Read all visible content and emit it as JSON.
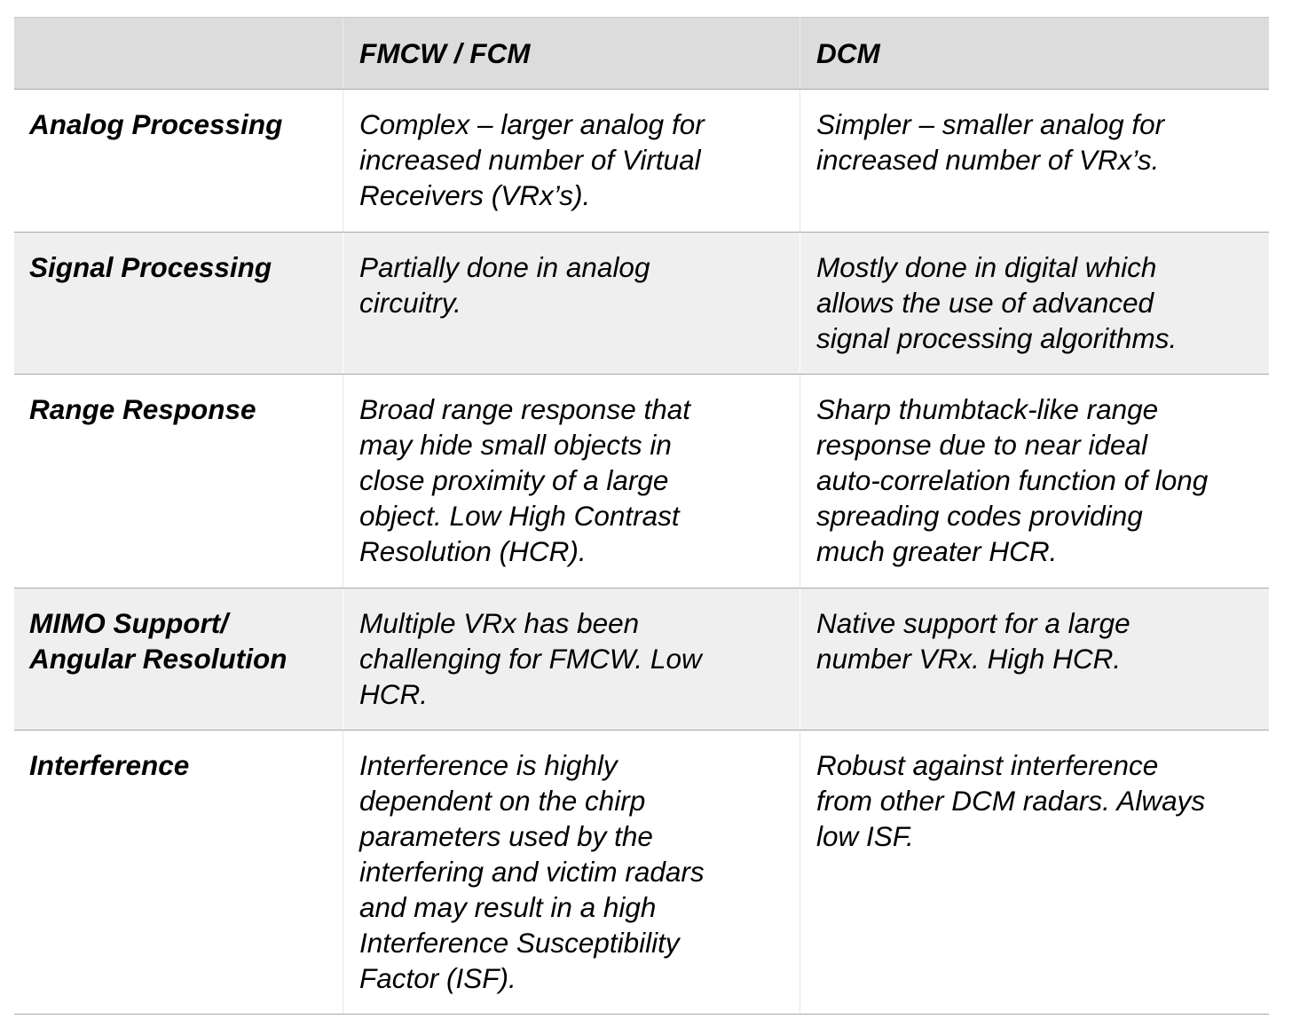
{
  "header": {
    "col1": "",
    "col2": "FMCW / FCM",
    "col3": "DCM"
  },
  "rows": [
    {
      "label_lines": [
        "Analog Processing"
      ],
      "fmcw_lines": [
        "Complex – larger analog for",
        "increased number of Virtual",
        "Receivers (VRx’s)."
      ],
      "dcm_lines": [
        "Simpler – smaller analog for",
        "increased number of VRx’s."
      ]
    },
    {
      "label_lines": [
        "Signal Processing"
      ],
      "fmcw_lines": [
        "Partially done in analog",
        "circuitry."
      ],
      "dcm_lines": [
        "Mostly done in digital which",
        "allows the use of advanced",
        "signal processing algorithms."
      ]
    },
    {
      "label_lines": [
        "Range Response"
      ],
      "fmcw_lines": [
        "Broad range response that",
        "may hide small objects in",
        "close proximity of a large",
        "object. Low High Contrast",
        "Resolution (HCR)."
      ],
      "dcm_lines": [
        "Sharp thumbtack-like range",
        "response due to near ideal",
        "auto-correlation function of long",
        "spreading codes providing",
        "much greater HCR."
      ]
    },
    {
      "label_lines": [
        "MIMO Support/",
        "Angular Resolution"
      ],
      "fmcw_lines": [
        "Multiple VRx has been",
        "challenging for FMCW. Low",
        "HCR."
      ],
      "dcm_lines": [
        "Native support for a large",
        "number VRx. High HCR."
      ]
    },
    {
      "label_lines": [
        "Interference"
      ],
      "fmcw_lines": [
        "Interference is highly",
        "dependent on the chirp",
        "parameters used by the",
        "interfering and victim radars",
        "and may result in a high",
        "Interference Susceptibility",
        "Factor (ISF)."
      ],
      "dcm_lines": [
        "Robust against interference",
        "from other DCM radars. Always",
        "low ISF."
      ]
    }
  ]
}
